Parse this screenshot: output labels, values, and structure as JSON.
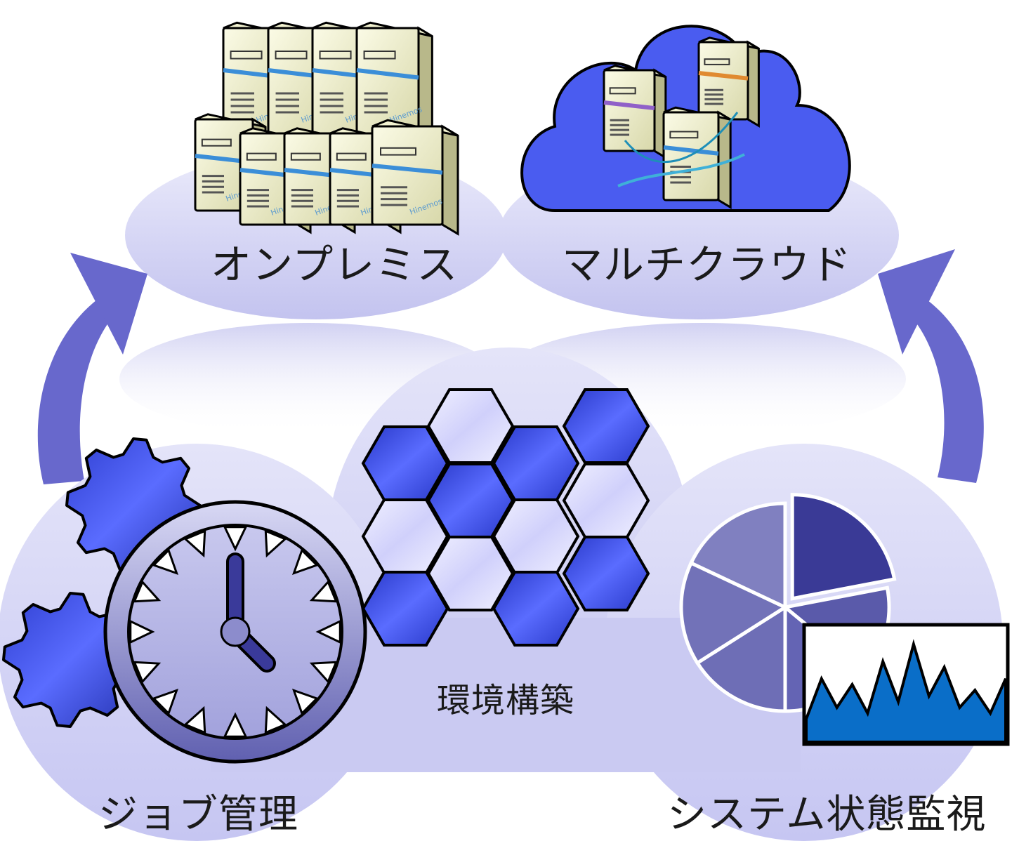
{
  "labels": {
    "onpremise": "オンプレミス",
    "multicloud": "マルチクラウド",
    "environment": "環境構築",
    "job_management": "ジョブ管理",
    "system_monitoring": "システム状態監視"
  },
  "server_brand": "Hinemos",
  "colors": {
    "accent_blue": "#4a5cf0",
    "arrow": "#6666cc",
    "cloud_light": "#d8d8f6",
    "dark_navy": "#3a3a96",
    "area_blue": "#0a6ec8"
  },
  "icons": [
    "server-stack-icon",
    "cloud-servers-icon",
    "hexagon-grid-icon",
    "gear-icon",
    "clock-icon",
    "pie-chart-icon",
    "area-chart-icon"
  ],
  "chart_data": [
    {
      "type": "pie",
      "values": [
        22,
        14,
        14,
        16,
        16,
        18
      ]
    },
    {
      "type": "area",
      "y": [
        20,
        55,
        30,
        50,
        25,
        70,
        35,
        85,
        40,
        65,
        30,
        45,
        25,
        55
      ]
    }
  ]
}
